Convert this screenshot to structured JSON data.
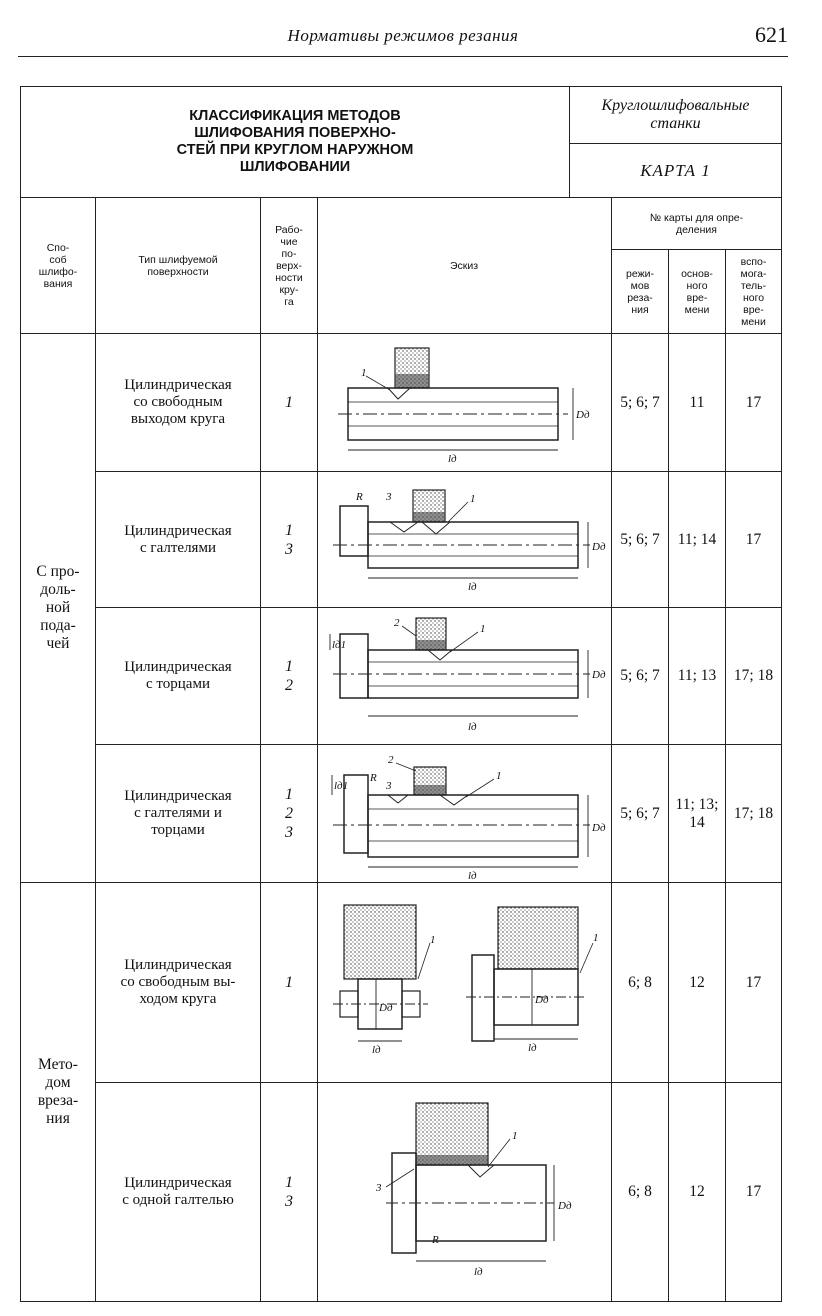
{
  "header": {
    "running_title": "Нормативы режимов резания",
    "page_number": "621"
  },
  "card": {
    "title": "КЛАССИФИКАЦИЯ МЕТОДОВ\nШЛИФОВАНИЯ ПОВЕРХНО-\nСТЕЙ ПРИ КРУГЛОМ НАРУЖНОМ\nШЛИФОВАНИИ",
    "machine": "Круглошлифовальные\nстанки",
    "card_number": "КАРТА 1"
  },
  "columns": {
    "method": "Спо-\nсоб\nшлифо-\nвания",
    "surface_type": "Тип шлифуемой\nповерхности",
    "working_surface": "Рабо-\nчие\nпо-\nверх-\nности\nкру-\nга",
    "sketch": "Эскиз",
    "card_group": "№ карты для опре-\nделения",
    "modes": "режи-\nмов\nреза-\nния",
    "main_time": "основ-\nного\nвре-\nмени",
    "aux_time": "вспо-\nмога-\nтель-\nного\nвре-\nмени"
  },
  "methods": [
    {
      "label": "С про-\nдоль-\nной\nпода-\nчей"
    },
    {
      "label": "Мето-\nдом\nвреза-\nния"
    }
  ],
  "rows": [
    {
      "surface": "Цилиндрическая\nсо свободным\nвыходом круга",
      "working": "1",
      "modes": "5; 6; 7",
      "main": "11",
      "aux": "17"
    },
    {
      "surface": "Цилиндрическая\nс галтелями",
      "working": "1\n3",
      "modes": "5; 6; 7",
      "main": "11; 14",
      "aux": "17"
    },
    {
      "surface": "Цилиндрическая\nс торцами",
      "working": "1\n2",
      "modes": "5; 6; 7",
      "main": "11; 13",
      "aux": "17; 18"
    },
    {
      "surface": "Цилиндрическая\nс галтелями и\nторцами",
      "working": "1\n2\n3",
      "modes": "5; 6; 7",
      "main": "11; 13;\n14",
      "aux": "17; 18"
    },
    {
      "surface": "Цилиндрическая\nсо свободным вы-\nходом круга",
      "working": "1",
      "modes": "6; 8",
      "main": "12",
      "aux": "17"
    },
    {
      "surface": "Цилиндрическая\nс одной галтелью",
      "working": "1\n3",
      "modes": "6; 8",
      "main": "12",
      "aux": "17"
    }
  ],
  "sketch_labels": {
    "diameter": "Dд",
    "length": "lд",
    "radius": "R",
    "face_length": "lд1",
    "surface_1": "1",
    "surface_2": "2",
    "surface_3": "3"
  }
}
